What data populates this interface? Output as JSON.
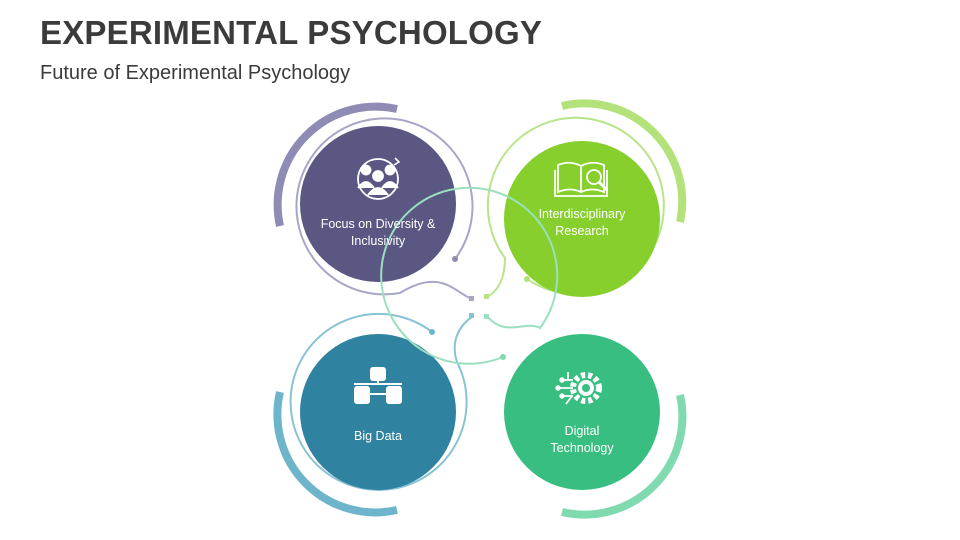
{
  "header": {
    "title": "EXPERIMENTAL PSYCHOLOGY",
    "subtitle": "Future of Experimental Psychology"
  },
  "nodes": [
    {
      "label": "Focus on Diversity & Inclusivity",
      "icon": "diversity-people-icon",
      "color": "#5a5783",
      "ring_color": "#8e8cb4"
    },
    {
      "label": "Interdisciplinary Research",
      "icon": "book-magnifier-icon",
      "color": "#86cf2c",
      "ring_color": "#b3e27a"
    },
    {
      "label": "Big Data",
      "icon": "database-network-icon",
      "color": "#2f82a0",
      "ring_color": "#6eb5cb"
    },
    {
      "label": "Digital Technology",
      "icon": "digital-gear-icon",
      "color": "#38be80",
      "ring_color": "#80dab0"
    }
  ]
}
